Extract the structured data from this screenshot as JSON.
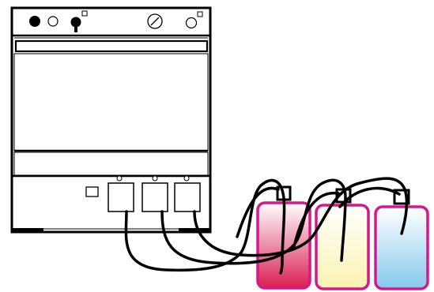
{
  "colors": {
    "outline": "#000000",
    "panel_fill": "#ffffff",
    "bottle_1_border": "#d6188c",
    "bottle_1_top": "#ffffff",
    "bottle_1_bottom": "#d91f52",
    "bottle_2_border": "#d6188c",
    "bottle_2_top": "#ffffff",
    "bottle_2_bottom": "#fbf3b0",
    "bottle_3_border": "#d6188c",
    "bottle_3_top": "#ffffff",
    "bottle_3_bottom": "#86c9ec"
  },
  "icons": {
    "power_indicator": "filled-circle-icon",
    "status_light": "hollow-circle-icon",
    "key_switch": "key-switch-icon",
    "gauge": "gauge-dial-icon",
    "aux_indicator": "small-circle-icon",
    "cartridge_status": "small-circle-icon",
    "cap": "bottle-cap-icon"
  },
  "device": {
    "cartridge_slots": 3
  },
  "bottles": [
    {
      "id": "bottle-1"
    },
    {
      "id": "bottle-2"
    },
    {
      "id": "bottle-3"
    }
  ]
}
